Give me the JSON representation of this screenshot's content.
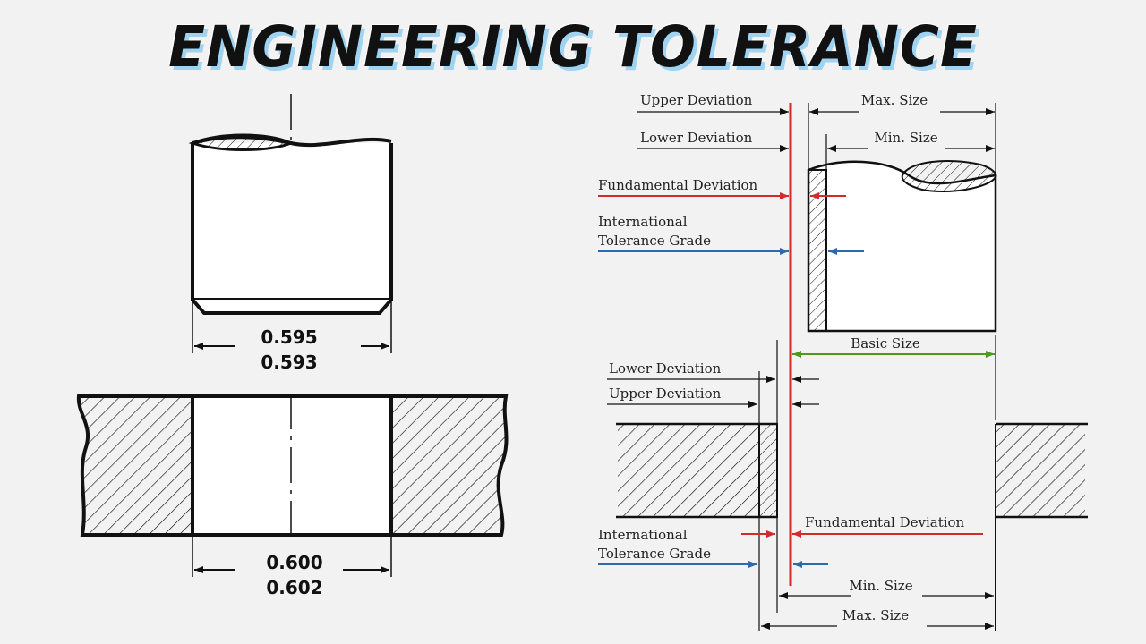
{
  "title": "ENGINEERING TOLERANCE",
  "colors": {
    "fundamental": "#d42a2a",
    "tolerance_grade": "#2f6aa8",
    "basic_size": "#4c9a1e",
    "outline": "#111111",
    "title_shadow": "#9fd3f2"
  },
  "left_drawing": {
    "shaft_dim_upper": "0.595",
    "shaft_dim_lower": "0.593",
    "hole_dim_upper": "0.600",
    "hole_dim_lower": "0.602"
  },
  "shaft_diagram": {
    "upper_deviation": "Upper Deviation",
    "lower_deviation": "Lower Deviation",
    "fundamental_deviation": "Fundamental Deviation",
    "itg_line1": "International",
    "itg_line2": "Tolerance Grade",
    "max_size": "Max. Size",
    "min_size": "Min. Size"
  },
  "basic_size": "Basic Size",
  "hole_diagram": {
    "lower_deviation": "Lower Deviation",
    "upper_deviation": "Upper Deviation",
    "fundamental_deviation": "Fundamental Deviation",
    "itg_line1": "International",
    "itg_line2": "Tolerance Grade",
    "min_size": "Min. Size",
    "max_size": "Max. Size"
  }
}
